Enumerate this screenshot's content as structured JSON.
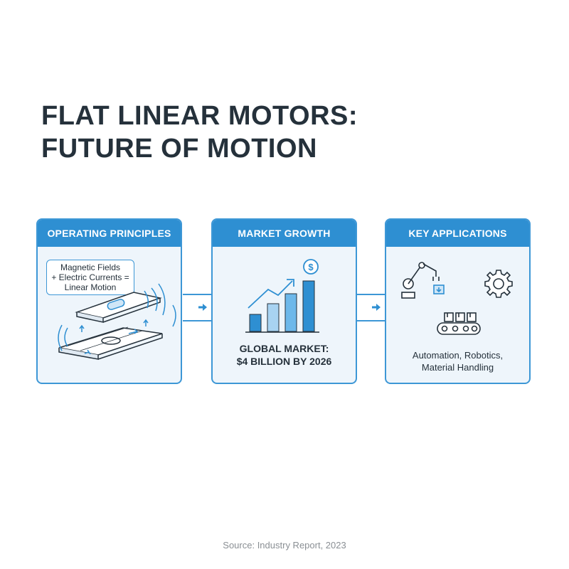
{
  "title": {
    "line1": "FLAT LINEAR MOTORS:",
    "line2": "FUTURE OF MOTION"
  },
  "panels": [
    {
      "header": "OPERATING PRINCIPLES",
      "callout": [
        "Magnetic Fields",
        "+ Electric Currents =",
        "Linear Motion"
      ]
    },
    {
      "header": "MARKET GROWTH",
      "label": [
        "GLOBAL MARKET:",
        "$4 BILLION BY 2026"
      ],
      "icon": "dollar-icon"
    },
    {
      "header": "KEY APPLICATIONS",
      "label": [
        "Automation, Robotics,",
        "Material Handling"
      ],
      "icons": [
        "robot-arm-icon",
        "gear-icon",
        "conveyor-belt-icon"
      ]
    }
  ],
  "source": "Source: Industry Report, 2023",
  "colors": {
    "accent": "#2e8fd2",
    "panel_bg": "#eef5fb",
    "text": "#25313b"
  }
}
